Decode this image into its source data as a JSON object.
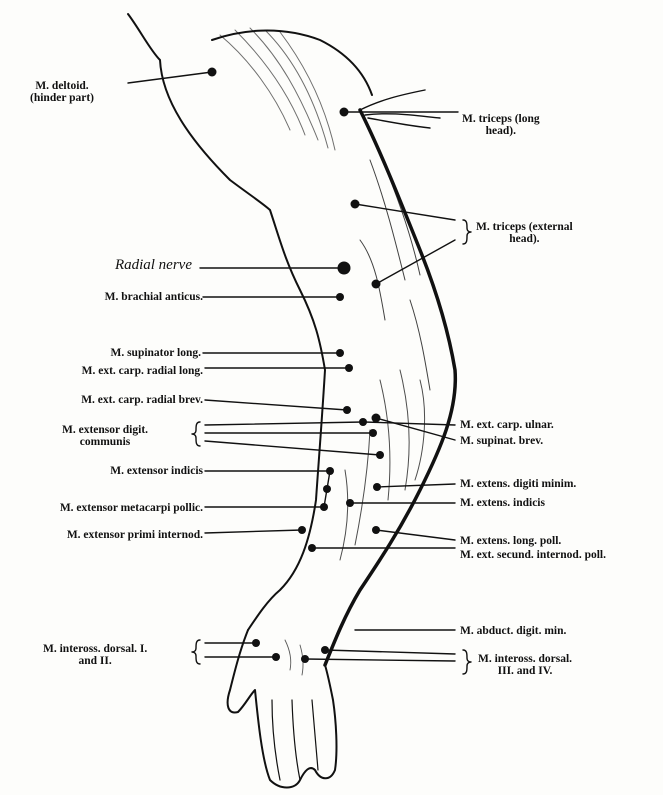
{
  "labels": {
    "deltoid": "M. deltoid.",
    "deltoid_sub": "(hinder part)",
    "radial_nerve": "Radial nerve",
    "brachial_anticus": "M. brachial anticus.",
    "supinator_long": "M. supinator long.",
    "ext_carp_radial_long": "M. ext. carp. radial long.",
    "ext_carp_radial_brev": "M. ext. carp. radial brev.",
    "extensor_digit_communis": "M. extensor digit.",
    "extensor_digit_communis_sub": "communis",
    "extensor_indicis_left": "M. extensor indicis",
    "extensor_metacarpi_pollic": "M. extensor metacarpi pollic.",
    "extensor_primi_internod": "M. extensor primi internod.",
    "inteross_dorsal_1_2": "M. inteross. dorsal. I.",
    "inteross_dorsal_1_2_sub": "and II.",
    "triceps_long": "M. triceps (long",
    "triceps_long_sub": "head).",
    "triceps_external": "M. triceps (external",
    "triceps_external_sub": "head).",
    "ext_carp_ulnar": "M. ext. carp. ulnar.",
    "supinat_brev": "M. supinat. brev.",
    "extens_digiti_minim": "M. extens. digiti minim.",
    "extens_indicis_right": "M. extens. indicis",
    "extens_long_poll": "M. extens. long. poll.",
    "ext_secund_internod_poll": "M. ext. secund. internod. poll.",
    "abduct_digit_min": "M. abduct. digit. min.",
    "inteross_dorsal_3_4": "M. inteross. dorsal.",
    "inteross_dorsal_3_4_sub": "III. and IV."
  },
  "colors": {
    "ink": "#111111",
    "paper": "#fdfdfb"
  }
}
